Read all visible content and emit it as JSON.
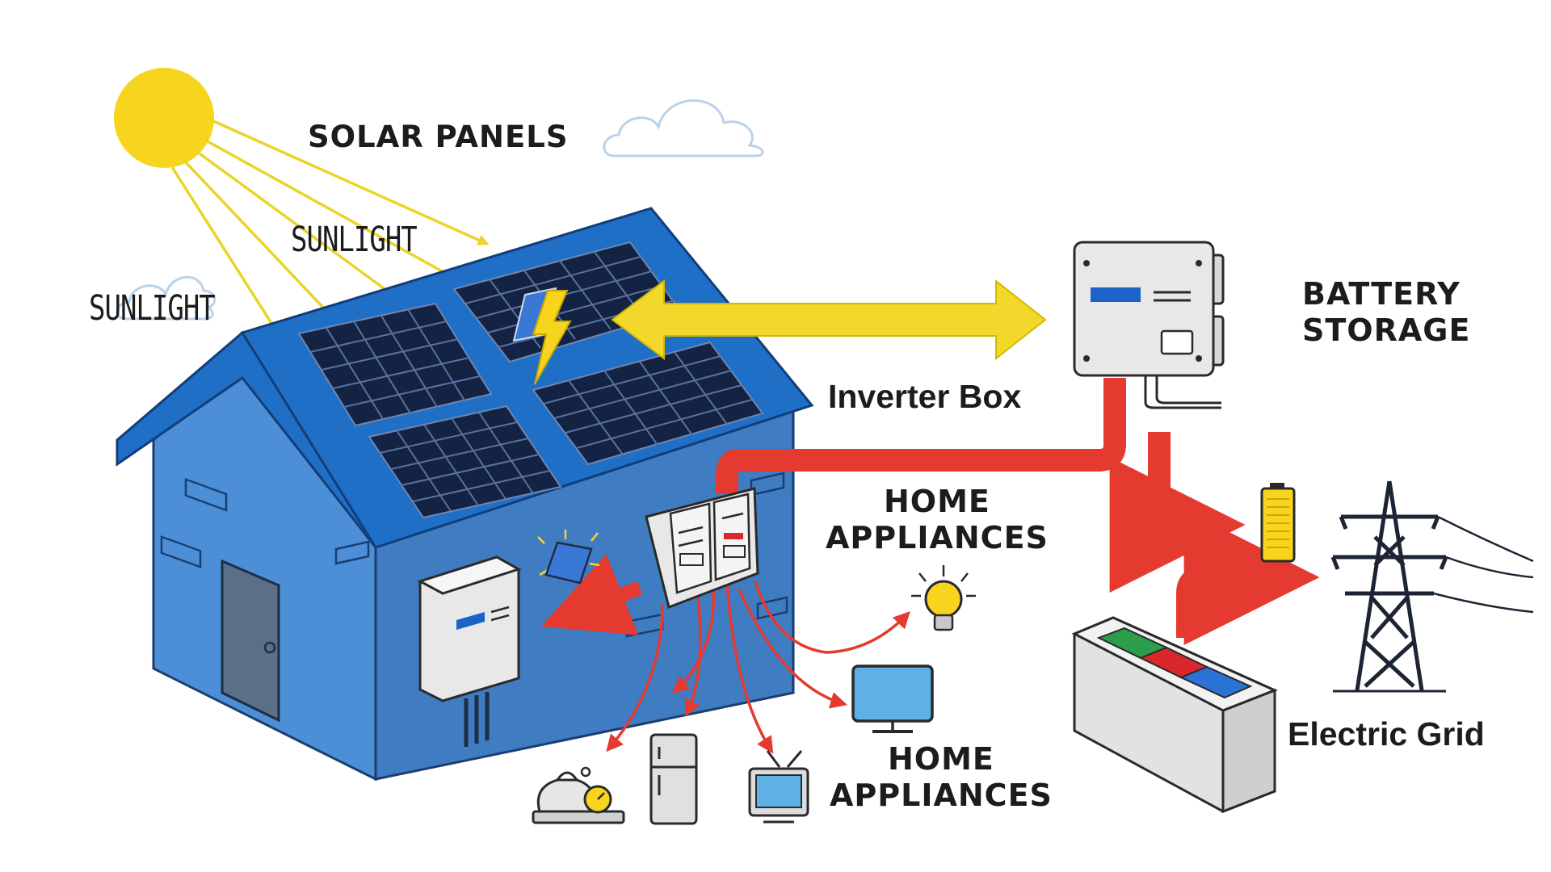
{
  "labels": {
    "solar_panels": "SOLAR PANELS",
    "sunlight_top": "SUNLIGHT",
    "sunlight_left": "SUNLIGHT",
    "inverter_box": "Inverter Box",
    "battery_storage_line1": "BATTERY",
    "battery_storage_line2": "STORAGE",
    "home_appliances_top_line1": "HOME",
    "home_appliances_top_line2": "APPLIANCES",
    "home_appliances_bottom_line1": "HOME",
    "home_appliances_bottom_line2": "APPLIANCES",
    "electric_grid": "Electric Grid"
  },
  "colors": {
    "sun": "#f7d51f",
    "sun_ray": "#e9d52a",
    "roof": "#1f6fc7",
    "house_wall": "#4d8fd6",
    "house_wall_dark": "#3f7cc2",
    "panel": "#142344",
    "panel_grid": "#6f86b0",
    "power_arrow": "#e53a2f",
    "exchange_arrow": "#f2d82a",
    "device_gray": "#e8e8e8",
    "outline": "#2a2a2a",
    "screen_blue": "#1b63c9",
    "battery_red": "#d9272b",
    "battery_green": "#2c9e4b",
    "battery_blue": "#2a72d6",
    "cloud": "#b9d2ea"
  },
  "icons": {
    "sun": "sun-icon",
    "cloud": "cloud-icon",
    "house": "house-icon",
    "solar_panel": "solar-panel-icon",
    "inverter": "inverter-box-icon",
    "breaker_panel": "breaker-panel-icon",
    "wall_unit": "wall-battery-unit-icon",
    "lightbulb": "lightbulb-icon",
    "monitor": "monitor-icon",
    "refrigerator": "refrigerator-icon",
    "television": "television-icon",
    "kitchen_appliance": "kitchen-appliance-icon",
    "battery": "battery-icon",
    "battery_bank": "battery-bank-icon",
    "transmission_tower": "transmission-tower-icon"
  }
}
